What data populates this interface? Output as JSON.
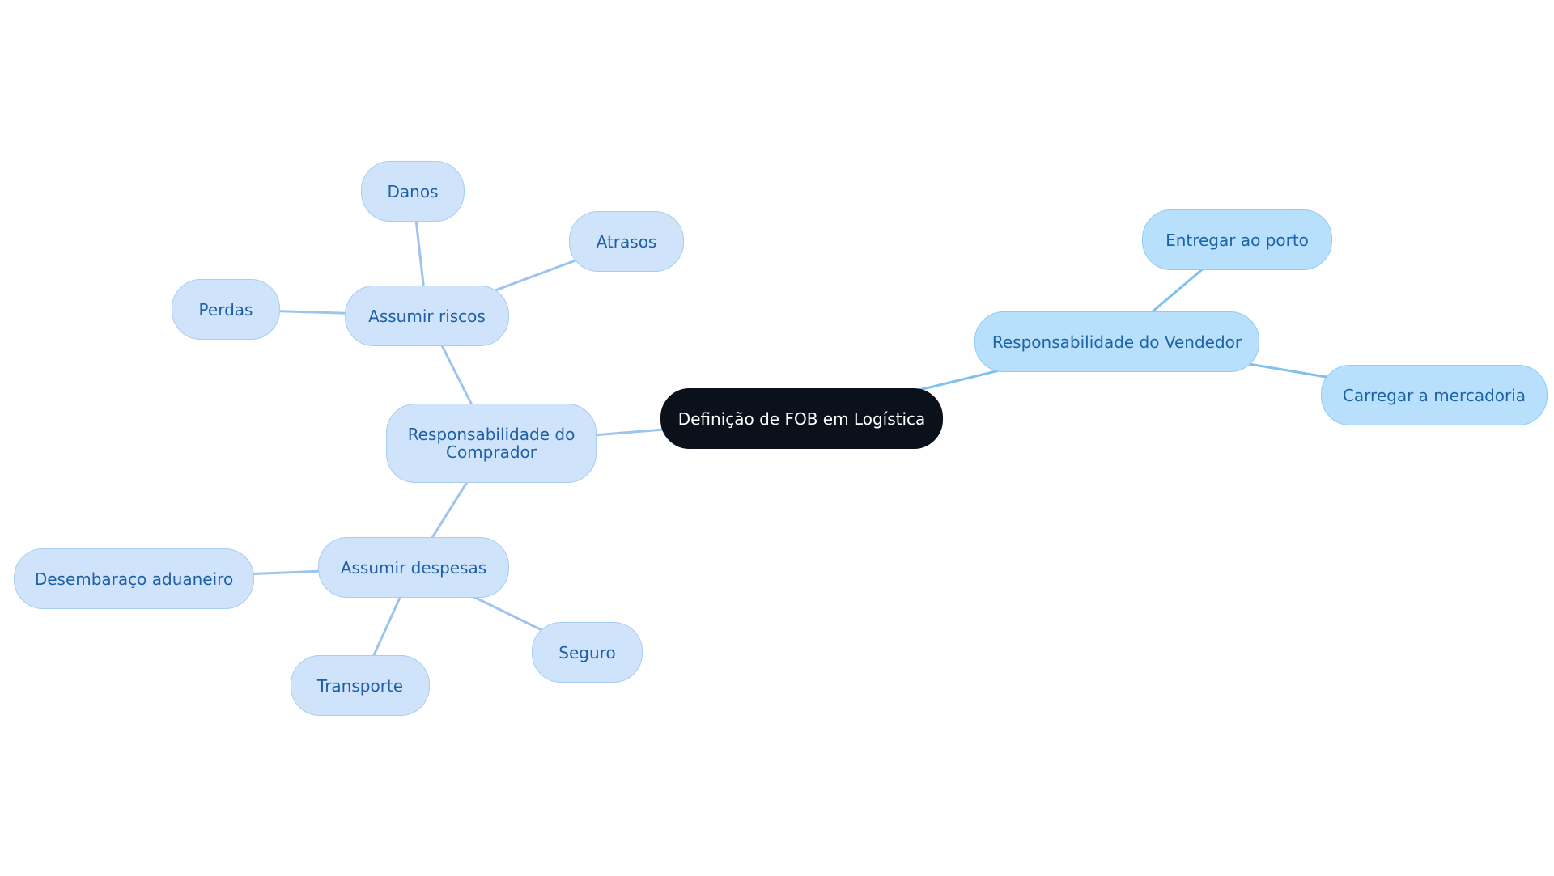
{
  "diagram": {
    "type": "mind-map",
    "colors": {
      "root_fill": "#0b111b",
      "root_text": "#ffffff",
      "buyer_fill": "#cfe3fa",
      "buyer_border": "#a9cdf0",
      "buyer_text": "#1f5fa8",
      "buyer_edge": "#9cc4ec",
      "seller_fill": "#b8e0fc",
      "seller_border": "#8fcbf2",
      "seller_text": "#1d64a6",
      "seller_edge": "#7fc1ee"
    },
    "root": {
      "label": "Definição de FOB em Logística"
    },
    "buyer": {
      "label": "Responsabilidade do Comprador",
      "risks": {
        "label": "Assumir riscos",
        "children": [
          "Danos",
          "Atrasos",
          "Perdas"
        ]
      },
      "expenses": {
        "label": "Assumir despesas",
        "children": [
          "Desembaraço aduaneiro",
          "Seguro",
          "Transporte"
        ]
      }
    },
    "seller": {
      "label": "Responsabilidade do Vendedor",
      "children": [
        "Entregar ao porto",
        "Carregar a mercadoria"
      ]
    },
    "edges": [
      {
        "from": "root",
        "to": "buyer",
        "branch": "buyer"
      },
      {
        "from": "root",
        "to": "seller",
        "branch": "seller"
      },
      {
        "from": "buyer",
        "to": "risks",
        "branch": "buyer"
      },
      {
        "from": "buyer",
        "to": "expenses",
        "branch": "buyer"
      },
      {
        "from": "risks",
        "to": "danos",
        "branch": "buyer"
      },
      {
        "from": "risks",
        "to": "atrasos",
        "branch": "buyer"
      },
      {
        "from": "risks",
        "to": "perdas",
        "branch": "buyer"
      },
      {
        "from": "expenses",
        "to": "desemb",
        "branch": "buyer"
      },
      {
        "from": "expenses",
        "to": "seguro",
        "branch": "buyer"
      },
      {
        "from": "expenses",
        "to": "transp",
        "branch": "buyer"
      },
      {
        "from": "seller",
        "to": "entregar",
        "branch": "seller"
      },
      {
        "from": "seller",
        "to": "carregar",
        "branch": "seller"
      }
    ]
  }
}
